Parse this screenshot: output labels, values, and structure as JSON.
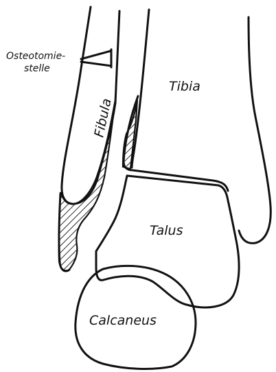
{
  "labels": {
    "osteotomy_line1": "Osteotomie-",
    "osteotomy_line2": "stelle",
    "fibula": "Fibula",
    "tibia": "Tibia",
    "talus": "Talus",
    "calcaneus": "Calcaneus"
  },
  "colors": {
    "ink": "#111111",
    "paper": "#ffffff"
  }
}
